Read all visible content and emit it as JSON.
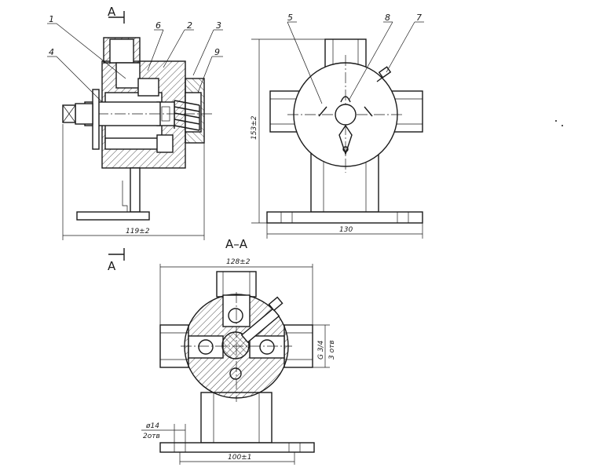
{
  "section_marks": {
    "upper": "A",
    "lower": "A"
  },
  "section_title": "A–A",
  "callouts": [
    "1",
    "2",
    "3",
    "4",
    "5",
    "6",
    "7",
    "8",
    "9"
  ],
  "dimensions": {
    "side_width": "119±2",
    "front_height": "153±2",
    "front_width": "130",
    "section_top_width": "128±2",
    "port_thread_value": "G 3/4",
    "port_thread_count": "3 отв",
    "hole_diameter": "ø14",
    "hole_count": "2отв",
    "base_spacing": "100±1"
  }
}
